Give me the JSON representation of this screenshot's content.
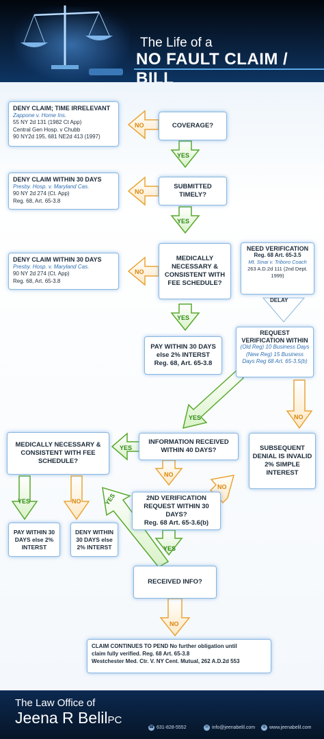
{
  "header": {
    "title_line1": "The Life of a",
    "title_line2": "NO FAULT CLAIM / BILL"
  },
  "boxes": {
    "deny_time": {
      "heading": "DENY CLAIM; TIME IRRELEVANT",
      "case1": "Zappone v. Home Ins.",
      "line2": "55 NY 2d 131 (1982 Ct App)",
      "line3": "Central Gen Hosp. v Chubb",
      "line4": "90 NY2d 195, 681 NE2d 413 (1997)"
    },
    "coverage": "COVERAGE?",
    "deny_30_a": {
      "heading": "DENY CLAIM WITHIN 30 DAYS",
      "case1": "Presby. Hosp. v. Maryland Cas.",
      "line2": "90 NY 2d 274 (Ct. App)",
      "line3": "Reg. 68, Art. 65-3.8"
    },
    "submitted": "SUBMITTED TIMELY?",
    "deny_30_b": {
      "heading": "DENY CLAIM WITHIN 30 DAYS",
      "case1": "Presby. Hosp. v. Maryland Cas.",
      "line2": "90 NY 2d 274 (Ct. App)",
      "line3": "Reg. 68, Art. 65-3.8"
    },
    "medically": "MEDICALLY NECESSARY & CONSISTENT WITH FEE SCHEDULE?",
    "need_verification": {
      "heading": "NEED VERIFICATION",
      "reg": "Reg. 68 Art. 65-3.5",
      "case1": "Mt. Sinai v. Triboro Coach",
      "cite": "263 A.D.2d 111 (2nd Dept. 1999)",
      "delay": "DELAY"
    },
    "pay_a": {
      "line1": "PAY WITHIN 30 DAYS",
      "line2": "else 2% INTERST",
      "line3": "Reg. 68, Art. 65-3.8"
    },
    "request_verification": {
      "heading": "REQUEST VERIFICATION WITHIN",
      "old": "(Old Reg) 10 Business Days",
      "new": "(New Reg) 15 Business",
      "reg": "Days Reg 68 Art. 65-3.5(b)"
    },
    "medically2": "MEDICALLY NECESSARY & CONSISTENT WITH FEE SCHEDULE?",
    "info_received": "INFORMATION RECEIVED WITHIN 40 DAYS?",
    "subsequent": "SUBSEQUENT DENIAL IS INVALID 2% SIMPLE INTEREST",
    "pay_b": "PAY WITHIN 30 DAYS else 2% INTERST",
    "deny_b": "DENY WITHIN 30 DAYS else 2% INTERST",
    "second_verification": {
      "line1": "2ND VERIFICATION",
      "line2": "REQUEST WITHIN 30 DAYS?",
      "line3": "Reg. 68 Art. 65-3.6(b)"
    },
    "received_info": "RECEIVED INFO?",
    "pend": {
      "line1": "CLAIM CONTINUES TO PEND  No further obligation until",
      "line2": "claim fully verified. Reg. 68 Art. 65-3.8",
      "line3": "Westchester Med. Ctr. V. NY Cent. Mutual, 262 A.D.2d 553"
    }
  },
  "labels": {
    "yes": "YES",
    "no": "NO"
  },
  "footer": {
    "line1": "The Law Office of",
    "line2": "Jeena R Belil",
    "suffix": "PC",
    "phone": "631-828-5552",
    "email": "info@jeenabelil.com",
    "web": "www.jeenabelil.com"
  },
  "colors": {
    "yes_green": "#2f8a14",
    "no_orange": "#d8860a",
    "box_border": "#8ab6de"
  }
}
